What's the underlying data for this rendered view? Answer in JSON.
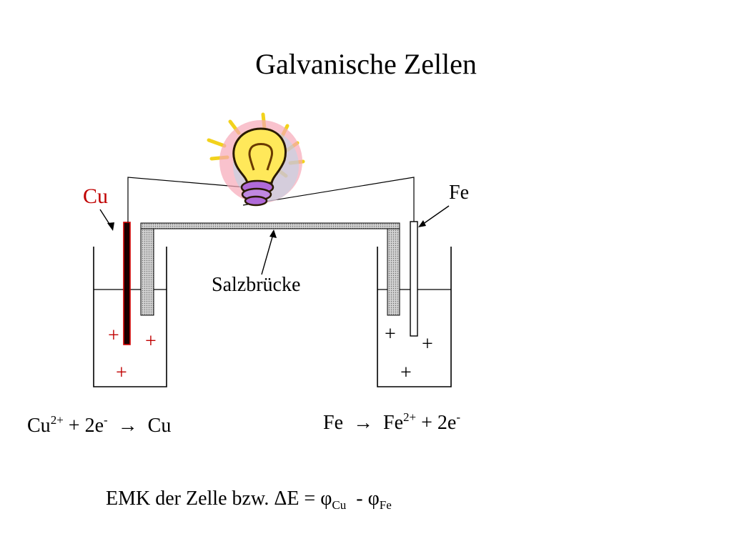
{
  "title": "Galvanische Zellen",
  "labels": {
    "cu": "Cu",
    "fe": "Fe",
    "salt_bridge": "Salzbrücke",
    "plus": "+"
  },
  "equations": {
    "cathode": {
      "a": "Cu",
      "a_sup": "2+",
      "b": " + 2e",
      "b_sup": "-",
      "arrow": "→",
      "c": "Cu"
    },
    "anode": {
      "a": "Fe",
      "arrow": "→",
      "b": "Fe",
      "b_sup": "2+",
      "c": " + 2e",
      "c_sup": "-"
    },
    "emk": {
      "text": "EMK der Zelle bzw. ΔE = ",
      "phi1": "φ",
      "sub1": "Cu",
      "minus": "  - ",
      "phi2": "φ",
      "sub2": "Fe"
    }
  },
  "colors": {
    "cu_label": "#c00000",
    "cu_electrode_fill": "#1a0000",
    "cu_electrode_edge": "#d00000",
    "bridge_fill": "#c8c8c8",
    "bulb_glass": "#ffe85a",
    "bulb_halo": "#f7a8b8",
    "bulb_rays": "#f2d21c",
    "bulb_base": "#b06ad8"
  }
}
